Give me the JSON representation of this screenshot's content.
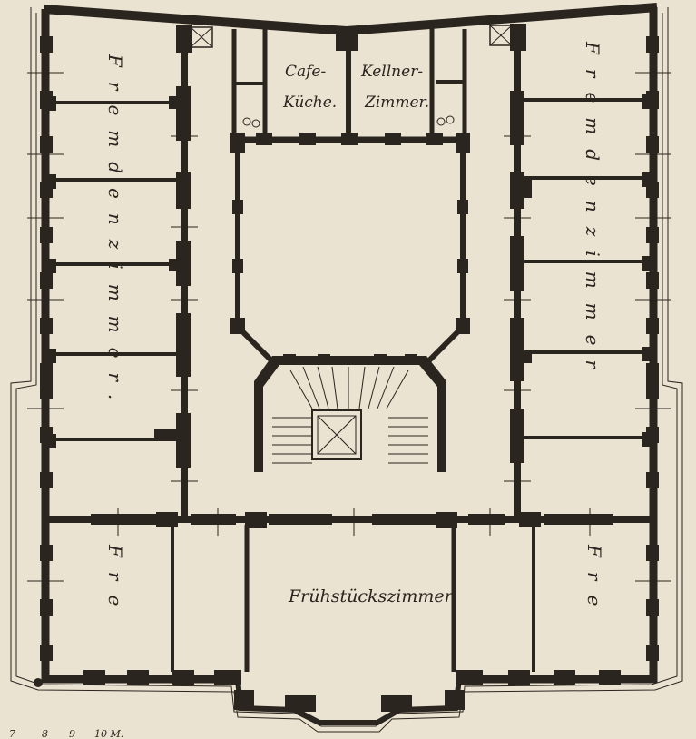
{
  "rooms": {
    "cafe_kitchen": [
      "Cafe-",
      "Küche."
    ],
    "waiter_room": [
      "Kellner-",
      "Zimmer."
    ],
    "breakfast_room": "Frühstückszimmer.",
    "left_wing_upper": "Fremdenzimmer.",
    "right_wing_upper": "Fremdenzimmer",
    "left_wing_lower": "Fre",
    "right_wing_lower": "Fre"
  },
  "scale_bar": {
    "labels": [
      "7",
      "8",
      "9",
      "10 M."
    ]
  },
  "colors": {
    "paper": "#ebe3d2",
    "ink": "#2a251f"
  }
}
